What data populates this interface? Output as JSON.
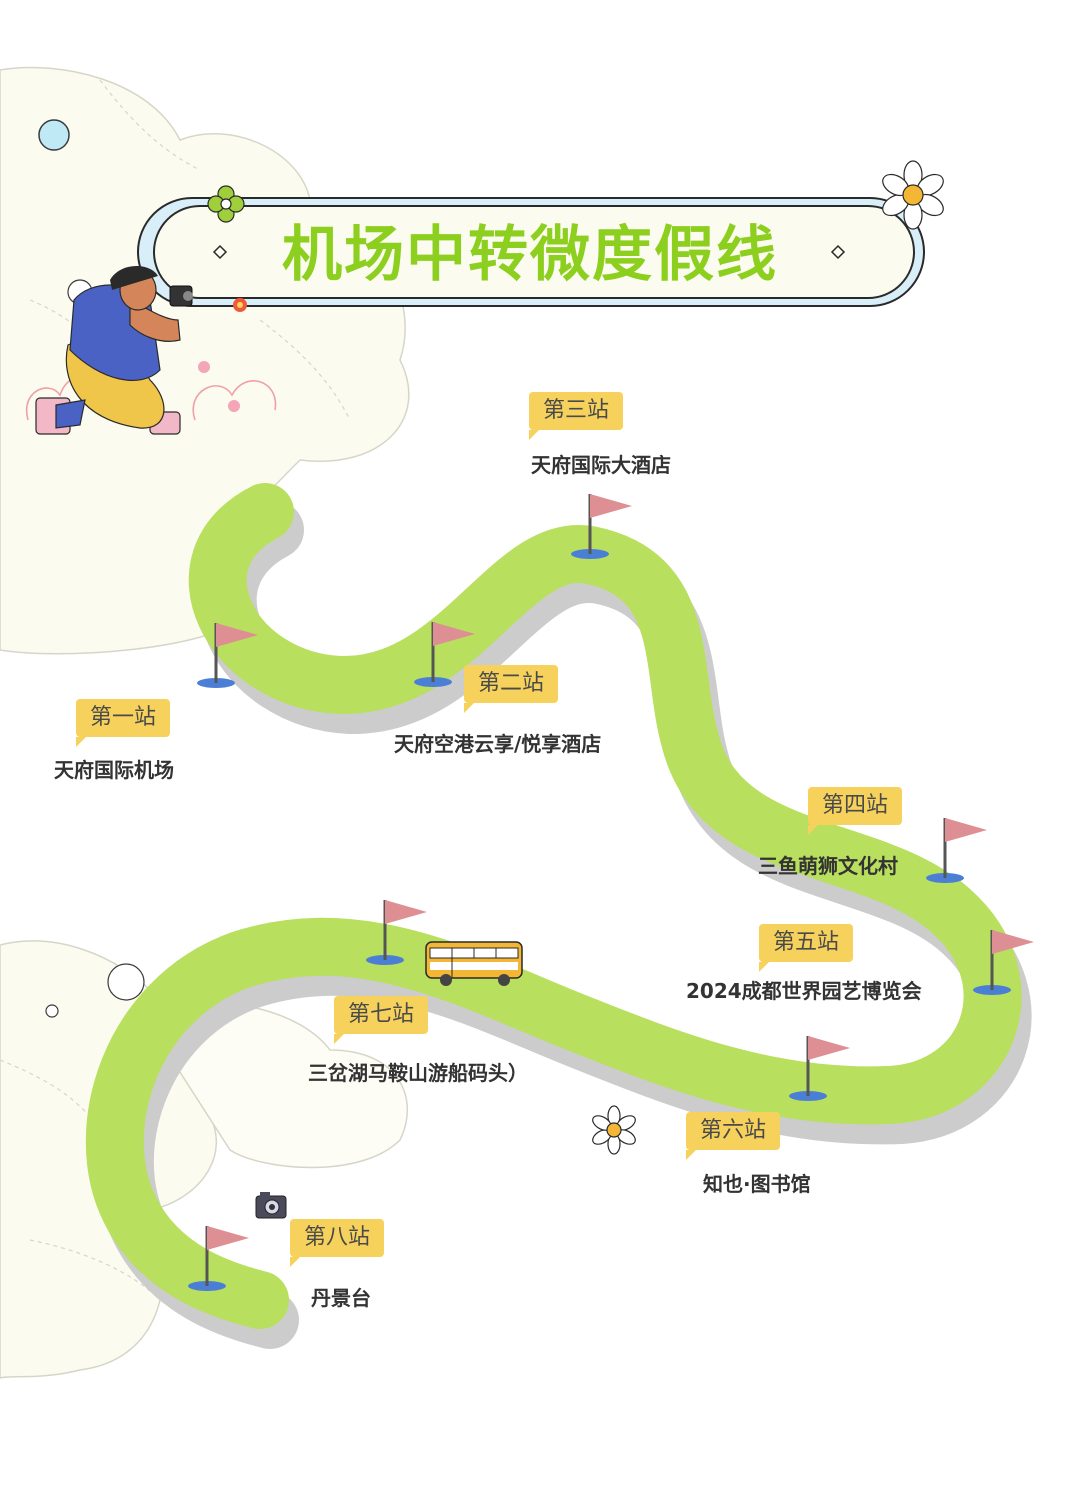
{
  "title": "机场中转微度假线",
  "colors": {
    "route": "#b8df5e",
    "shadow": "#cccccc",
    "tag": "#f6d25d",
    "flag": "#de8f93",
    "flag_base": "#4b7fd6",
    "title": "#8ccf1e"
  },
  "stations": [
    {
      "label": "第一站",
      "name": "天府国际机场"
    },
    {
      "label": "第二站",
      "name": "天府空港云享/悦享酒店"
    },
    {
      "label": "第三站",
      "name": "天府国际大酒店"
    },
    {
      "label": "第四站",
      "name": "三鱼萌狮文化村"
    },
    {
      "label": "第五站",
      "name": "2024成都世界园艺博览会"
    },
    {
      "label": "第六站",
      "name": "知也·图书馆"
    },
    {
      "label": "第七站",
      "name": "三岔湖马鞍山游船码头）"
    },
    {
      "label": "第八站",
      "name": "丹景台"
    }
  ],
  "decorations": {
    "illustration": "photographer-illustration",
    "vehicle": "bus-icon",
    "camera": "camera-icon",
    "flower": "daisy-icon"
  }
}
